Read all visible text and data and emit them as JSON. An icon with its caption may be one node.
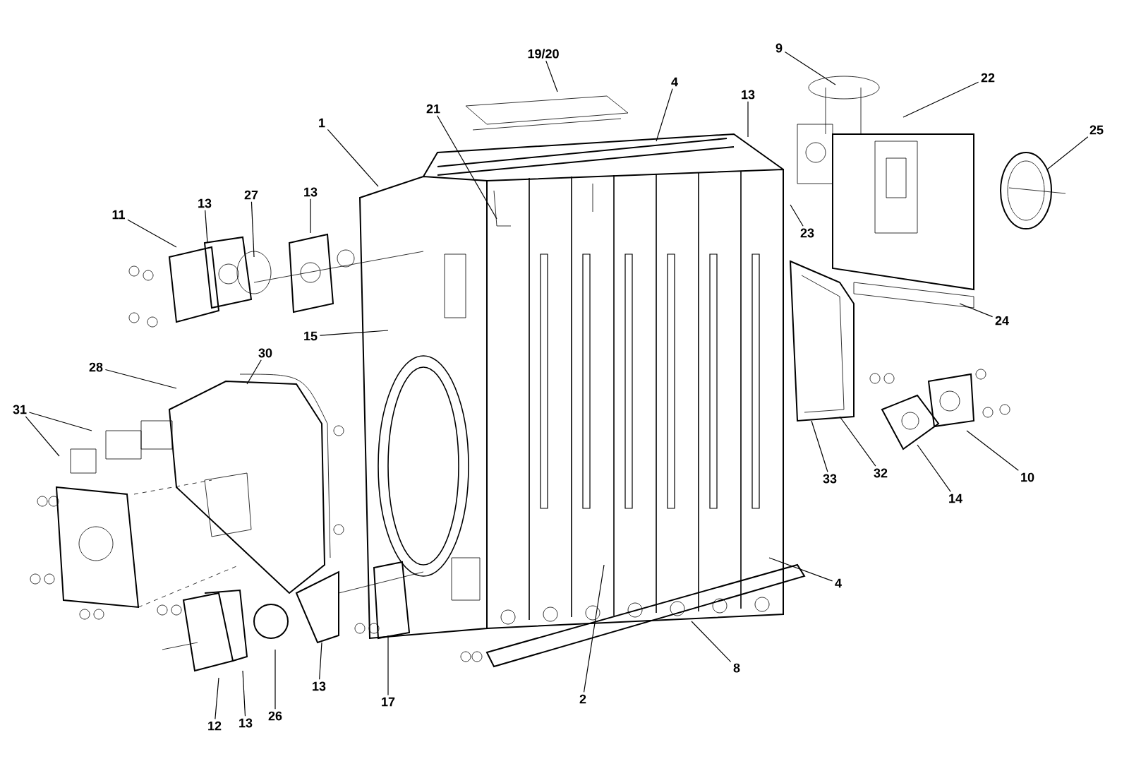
{
  "diagram": {
    "nodes": [
      {
        "text": [
          "19/20"
        ]
      },
      {
        "text": [
          "4"
        ]
      },
      {
        "text": [
          "9"
        ]
      },
      {
        "text": [
          "22"
        ]
      },
      {
        "text": [
          "13"
        ]
      },
      {
        "text": [
          "1"
        ]
      },
      {
        "text": [
          "21"
        ]
      },
      {
        "text": [
          "25"
        ]
      },
      {
        "text": [
          "11"
        ]
      },
      {
        "text": [
          "13"
        ]
      },
      {
        "text": [
          "27"
        ]
      },
      {
        "text": [
          "13"
        ]
      },
      {
        "text": [
          "23"
        ]
      },
      {
        "text": [
          "24"
        ]
      },
      {
        "text": [
          "15"
        ]
      },
      {
        "text": [
          "28"
        ]
      },
      {
        "text": [
          "30"
        ]
      },
      {
        "text": [
          "31"
        ]
      },
      {
        "text": [
          "33"
        ]
      },
      {
        "text": [
          "32"
        ]
      },
      {
        "text": [
          "14"
        ]
      },
      {
        "text": [
          "10"
        ]
      },
      {
        "text": [
          "4"
        ]
      },
      {
        "text": [
          "8"
        ]
      },
      {
        "text": [
          "2"
        ]
      },
      {
        "text": [
          "12"
        ]
      },
      {
        "text": [
          "13"
        ]
      },
      {
        "text": [
          "26"
        ]
      },
      {
        "text": [
          "13"
        ]
      },
      {
        "text": [
          "17"
        ]
      }
    ],
    "edges": [
      {
        "from": 0,
        "to": null,
        "arrow": "none"
      },
      {
        "from": 1,
        "to": null,
        "arrow": "none"
      },
      {
        "from": 2,
        "to": null,
        "arrow": "none"
      },
      {
        "from": 3,
        "to": null,
        "arrow": "none"
      },
      {
        "from": 4,
        "to": null,
        "arrow": "none"
      },
      {
        "from": 5,
        "to": null,
        "arrow": "none"
      },
      {
        "from": 6,
        "to": null,
        "arrow": "none"
      },
      {
        "from": 7,
        "to": null,
        "arrow": "none"
      },
      {
        "from": 8,
        "to": null,
        "arrow": "none"
      },
      {
        "from": 9,
        "to": null,
        "arrow": "none"
      },
      {
        "from": 10,
        "to": null,
        "arrow": "none"
      },
      {
        "from": 11,
        "to": null,
        "arrow": "none"
      },
      {
        "from": 12,
        "to": null,
        "arrow": "none"
      },
      {
        "from": 13,
        "to": null,
        "arrow": "none"
      },
      {
        "from": 14,
        "to": null,
        "arrow": "none"
      },
      {
        "from": 15,
        "to": null,
        "arrow": "none"
      },
      {
        "from": 16,
        "to": null,
        "arrow": "none"
      },
      {
        "from": 17,
        "to": null,
        "arrow": "none"
      },
      {
        "from": 17,
        "to": null,
        "arrow": "none"
      },
      {
        "from": 18,
        "to": null,
        "arrow": "none"
      },
      {
        "from": 19,
        "to": null,
        "arrow": "none"
      },
      {
        "from": 20,
        "to": null,
        "arrow": "none"
      },
      {
        "from": 21,
        "to": null,
        "arrow": "none"
      },
      {
        "from": 22,
        "to": null,
        "arrow": "none"
      },
      {
        "from": 23,
        "to": null,
        "arrow": "none"
      },
      {
        "from": 24,
        "to": null,
        "arrow": "none"
      },
      {
        "from": 25,
        "to": null,
        "arrow": "none"
      },
      {
        "from": 26,
        "to": null,
        "arrow": "none"
      },
      {
        "from": 27,
        "to": null,
        "arrow": "none"
      },
      {
        "from": 28,
        "to": null,
        "arrow": "none"
      },
      {
        "from": 29,
        "to": null,
        "arrow": "none"
      }
    ]
  }
}
